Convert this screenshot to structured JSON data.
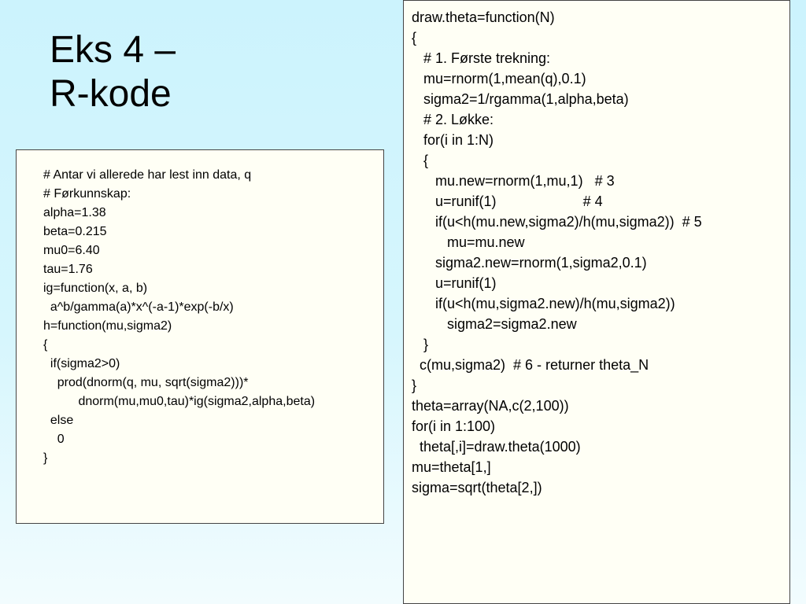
{
  "title": {
    "line1": "Eks 4 –",
    "line2": "R-kode"
  },
  "left_code": [
    "# Antar vi allerede har lest inn data, q",
    "",
    "# Førkunnskap:",
    "alpha=1.38",
    "beta=0.215",
    "mu0=6.40",
    "tau=1.76",
    "",
    "ig=function(x, a, b)",
    "  a^b/gamma(a)*x^(-a-1)*exp(-b/x)",
    "",
    "h=function(mu,sigma2)",
    "{",
    "  if(sigma2>0)",
    "    prod(dnorm(q, mu, sqrt(sigma2)))*",
    "          dnorm(mu,mu0,tau)*ig(sigma2,alpha,beta)",
    "  else",
    "    0",
    "}"
  ],
  "right_code": [
    "draw.theta=function(N)",
    "{",
    "   # 1. Første trekning:",
    "   mu=rnorm(1,mean(q),0.1)",
    "   sigma2=1/rgamma(1,alpha,beta)",
    "",
    "   # 2. Løkke:",
    "   for(i in 1:N)",
    "   {",
    "      mu.new=rnorm(1,mu,1)   # 3",
    "      u=runif(1)                      # 4",
    "      if(u<h(mu.new,sigma2)/h(mu,sigma2))  # 5",
    "         mu=mu.new",
    "",
    "      sigma2.new=rnorm(1,sigma2,0.1)",
    "      u=runif(1)",
    "      if(u<h(mu,sigma2.new)/h(mu,sigma2))",
    "         sigma2=sigma2.new",
    "   }",
    "",
    "  c(mu,sigma2)  # 6 - returner theta_N",
    "}",
    "",
    "theta=array(NA,c(2,100))",
    "for(i in 1:100)",
    "  theta[,i]=draw.theta(1000)",
    "mu=theta[1,]",
    "sigma=sqrt(theta[2,])"
  ]
}
